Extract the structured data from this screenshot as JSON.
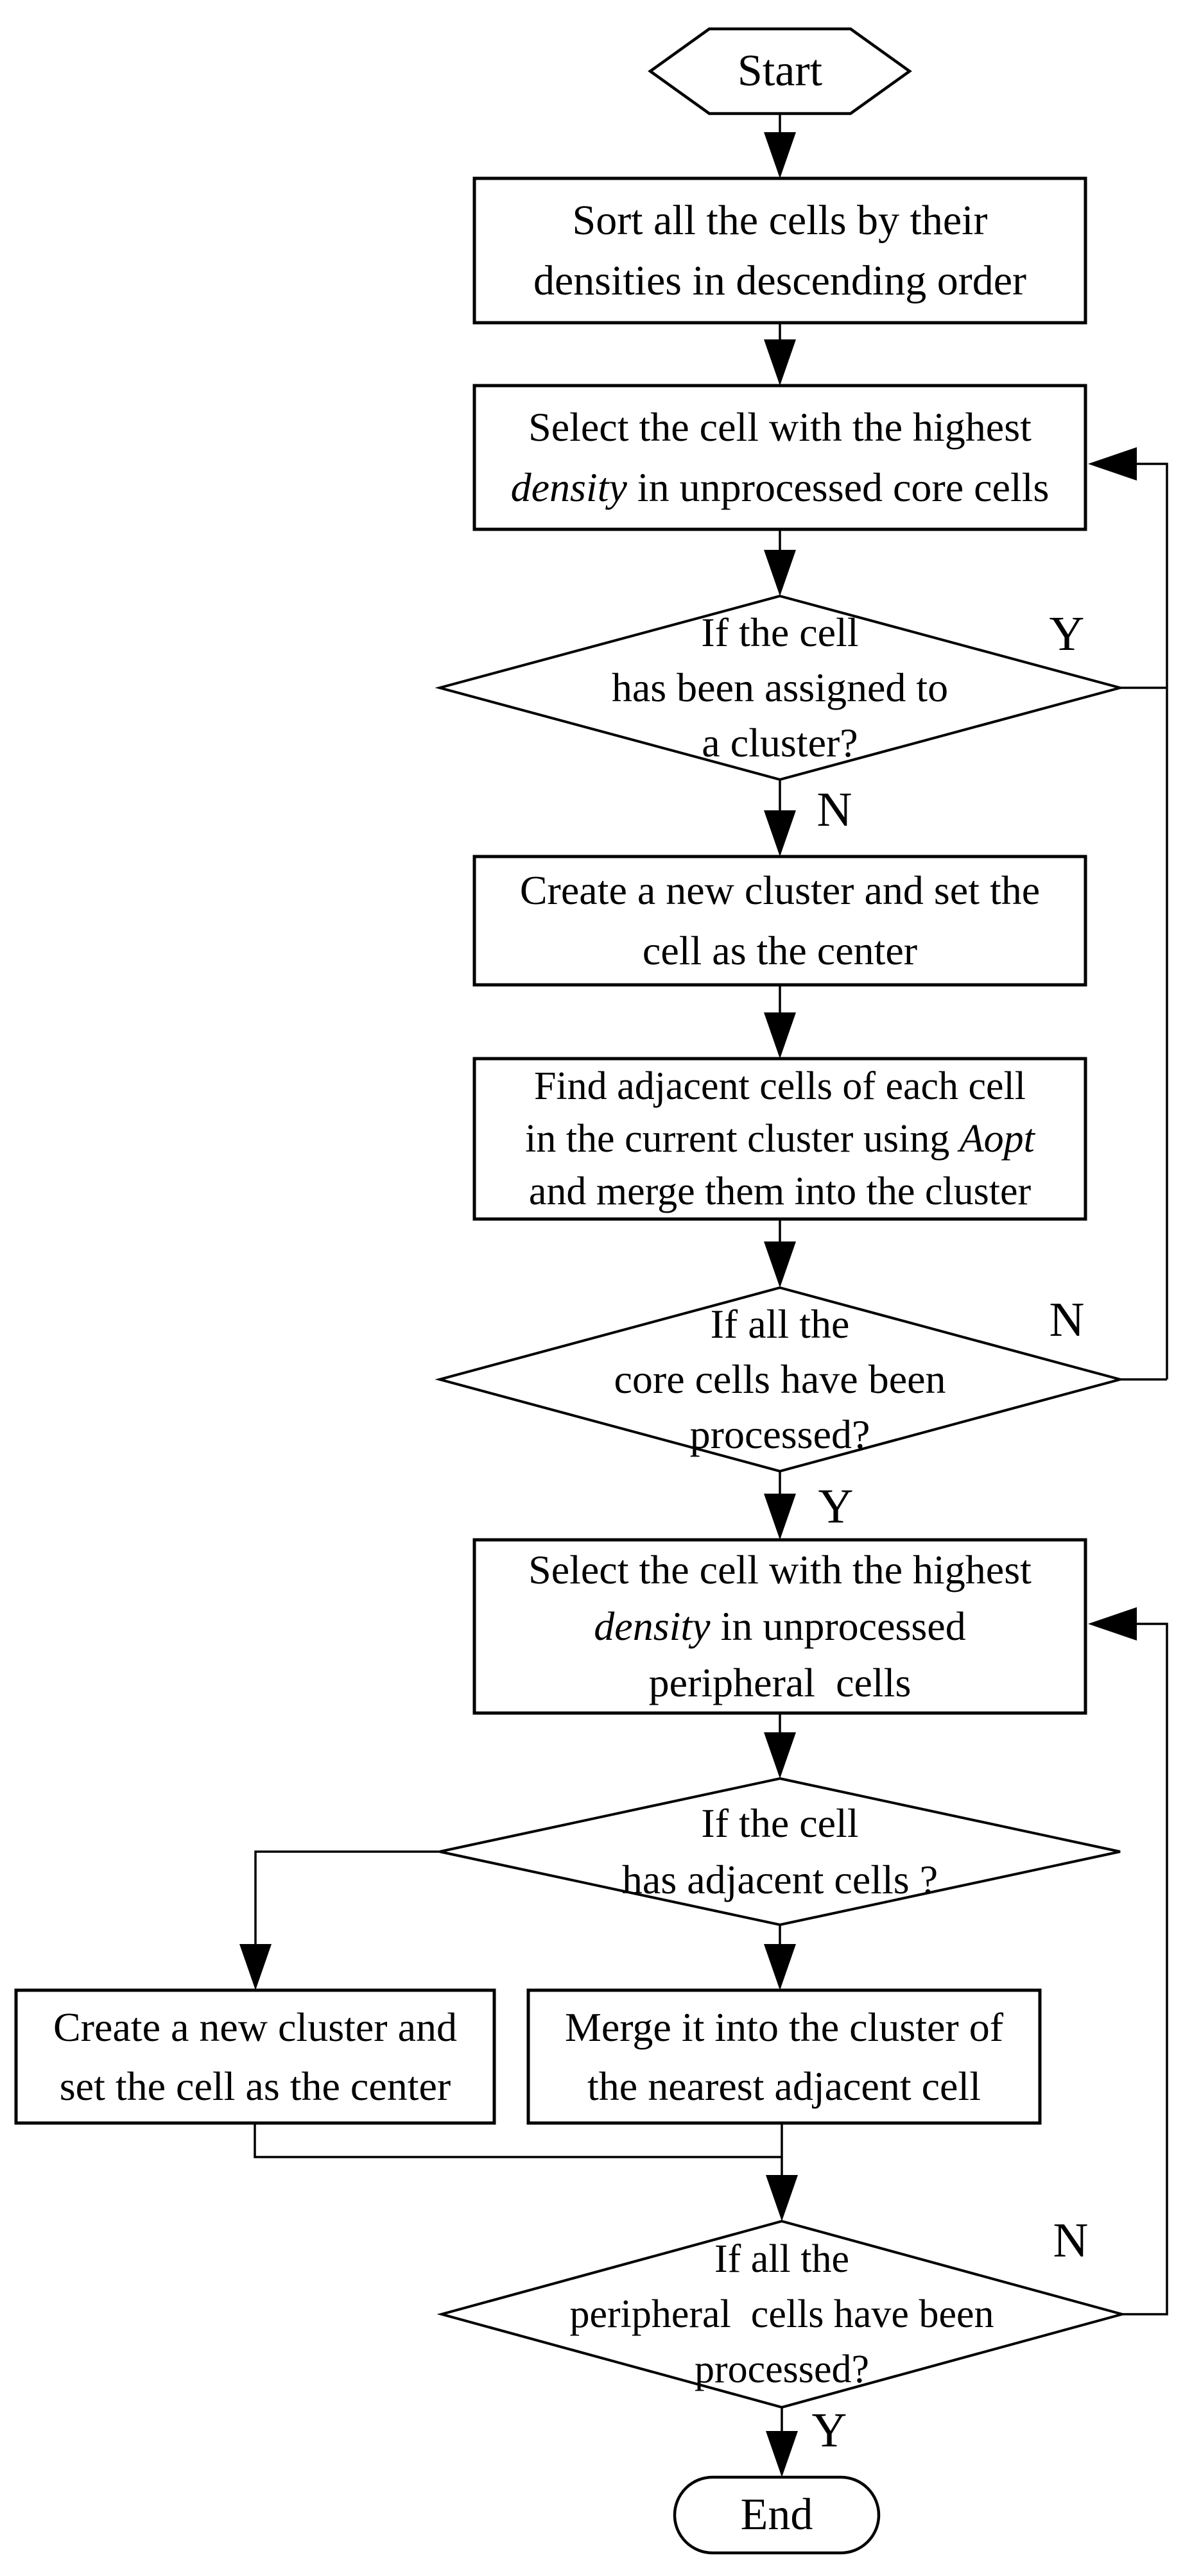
{
  "diagram": {
    "type": "flowchart",
    "background": "#ffffff",
    "ink": "#000000",
    "nodes": {
      "start": {
        "shape": "hexagon",
        "label": "Start"
      },
      "sort_cells": {
        "shape": "process",
        "lines": [
          [
            {
              "text": "Sort all the cells by their"
            }
          ],
          [
            {
              "text": "densities in descending order"
            }
          ]
        ]
      },
      "select_core_cell": {
        "shape": "process",
        "lines": [
          [
            {
              "text": "Select the cell with the highest"
            }
          ],
          [
            {
              "text": "density",
              "italic": true
            },
            {
              "text": " in unprocessed core cells"
            }
          ]
        ]
      },
      "assigned_to_cluster": {
        "shape": "decision",
        "lines": [
          [
            {
              "text": "If the cell"
            }
          ],
          [
            {
              "text": "has been assigned to"
            }
          ],
          [
            {
              "text": "a cluster?"
            }
          ]
        ]
      },
      "create_cluster_core": {
        "shape": "process",
        "lines": [
          [
            {
              "text": "Create a new cluster and set the"
            }
          ],
          [
            {
              "text": "cell as the center"
            }
          ]
        ]
      },
      "find_adjacent_cells": {
        "shape": "process",
        "lines": [
          [
            {
              "text": "Find adjacent cells of each cell"
            }
          ],
          [
            {
              "text": "in the current cluster using "
            },
            {
              "text": "Aopt",
              "italic": true
            }
          ],
          [
            {
              "text": "and merge them into the cluster"
            }
          ]
        ]
      },
      "all_core_processed": {
        "shape": "decision",
        "lines": [
          [
            {
              "text": "If all the"
            }
          ],
          [
            {
              "text": "core cells have been"
            }
          ],
          [
            {
              "text": "processed?"
            }
          ]
        ]
      },
      "select_peripheral_cell": {
        "shape": "process",
        "lines": [
          [
            {
              "text": "Select the cell with the highest"
            }
          ],
          [
            {
              "text": "density",
              "italic": true
            },
            {
              "text": " in unprocessed"
            }
          ],
          [
            {
              "text": "peripheral  cells"
            }
          ]
        ]
      },
      "has_adjacent_cells": {
        "shape": "decision",
        "lines": [
          [
            {
              "text": "If the cell"
            }
          ],
          [
            {
              "text": "has adjacent cells ?"
            }
          ]
        ]
      },
      "create_cluster_peripheral": {
        "shape": "process",
        "lines": [
          [
            {
              "text": "Create a new cluster and"
            }
          ],
          [
            {
              "text": "set the cell as the center"
            }
          ]
        ]
      },
      "merge_nearest": {
        "shape": "process",
        "lines": [
          [
            {
              "text": "Merge it into the cluster of"
            }
          ],
          [
            {
              "text": "the nearest adjacent cell"
            }
          ]
        ]
      },
      "all_peripheral_processed": {
        "shape": "decision",
        "lines": [
          [
            {
              "text": "If all the"
            }
          ],
          [
            {
              "text": "peripheral  cells have been"
            }
          ],
          [
            {
              "text": "processed?"
            }
          ]
        ]
      },
      "end": {
        "shape": "terminator",
        "label": "End"
      }
    },
    "edge_labels": {
      "assigned_yes": "Y",
      "assigned_no": "N",
      "core_done_no": "N",
      "core_done_yes": "Y",
      "peripheral_done_no": "N",
      "peripheral_done_yes": "Y"
    }
  }
}
